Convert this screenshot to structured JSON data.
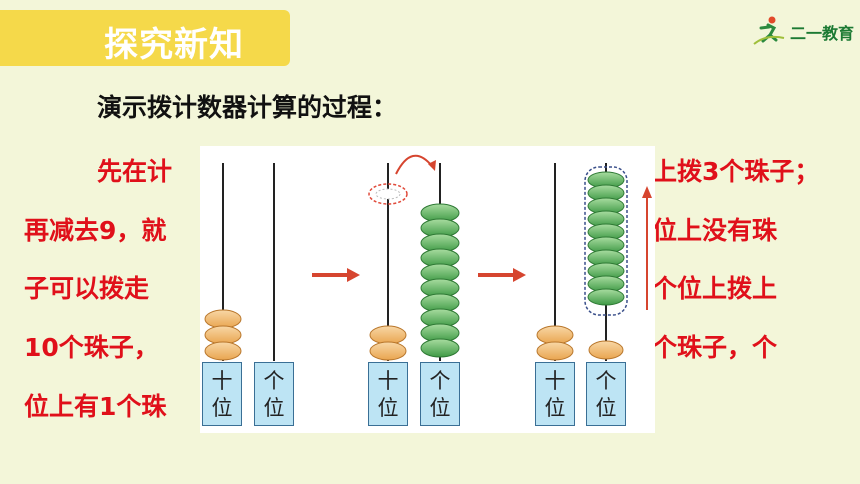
{
  "header": {
    "title": "探究新知",
    "logo_text": "二一教育"
  },
  "content": {
    "subtitle": "演示拨计数器计算的过程：",
    "lines": [
      {
        "left": "先在计",
        "right": "上拨3个珠子；"
      },
      {
        "left": "再减去9，就",
        "right": "位上没有珠"
      },
      {
        "left": "子可以拨走",
        "right": "个位上拨上"
      },
      {
        "left": "10个珠子，",
        "right": "个珠子，个"
      },
      {
        "left": "位上有1个珠",
        "right": ""
      }
    ]
  },
  "abacus": {
    "place_tens": [
      "十",
      "位"
    ],
    "place_ones": [
      "个",
      "位"
    ],
    "states": [
      {
        "tens_beads": 3,
        "ones_beads": 0
      },
      {
        "tens_beads": 2,
        "ones_beads": 10
      },
      {
        "tens_beads": 2,
        "ones_beads": 11
      }
    ],
    "colors": {
      "orange_bead": "#f0b56c",
      "green_bead": "#4fa64f",
      "arrow": "#d6452f",
      "box": "#bde4f4"
    }
  }
}
